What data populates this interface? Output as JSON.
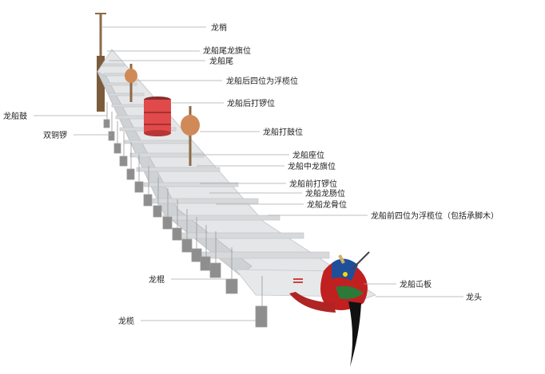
{
  "labels": {
    "longshao": "龙梢",
    "weiqi": "龙船尾龙旗位",
    "chuanwei": "龙船尾",
    "houfu": "龙船后四位为浮榄位",
    "houluo": "龙船后打锣位",
    "gu": "龙船鼓",
    "shuangluo": "双铜锣",
    "dagu": "龙船打鼓位",
    "zuowei": "龙船座位",
    "zhongqi": "龙船中龙旗位",
    "qianluo": "龙船前打锣位",
    "longchang": "龙船龙肠位",
    "longgu": "龙船龙骨位",
    "qianfu": "龙船前四位为浮榄位（包括承脚木）",
    "gun": "龙棍",
    "qianban": "龙船屲板",
    "longtou": "龙头",
    "lan": "龙榄"
  },
  "colors": {
    "hull": "#e4e6e8",
    "plank": "#d7d9db",
    "drum": "#e04a4a",
    "gong": "#d08a58",
    "post": "#8b6a45",
    "leader": "#aaaaaa",
    "float": "#8e8e8e"
  }
}
